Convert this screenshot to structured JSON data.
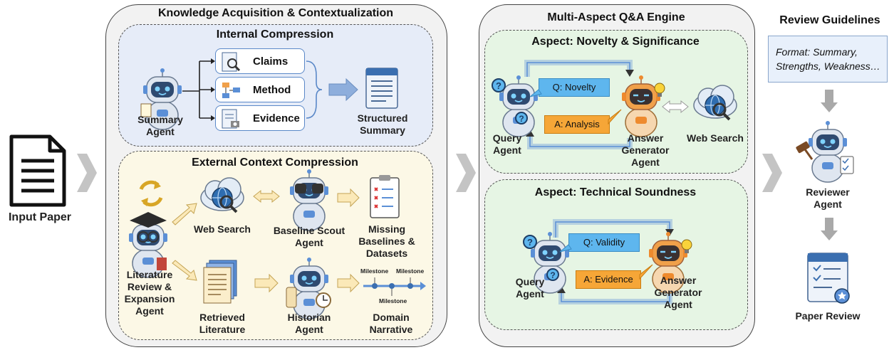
{
  "input": {
    "label": "Input Paper"
  },
  "knowledge": {
    "title": "Knowledge Acquisition & Contextualization",
    "internal": {
      "title": "Internal Compression",
      "summary_agent": "Summary\nAgent",
      "chips": [
        "Claims",
        "Method",
        "Evidence"
      ],
      "structured_summary": "Structured\nSummary"
    },
    "external": {
      "title": "External Context Compression",
      "literature_agent": "Literature\nReview &\nExpansion\nAgent",
      "web_search": "Web Search",
      "baseline_scout": "Baseline Scout\nAgent",
      "missing_baselines": "Missing\nBaselines &\nDatasets",
      "retrieved_literature": "Retrieved\nLiterature",
      "historian_agent": "Historian\nAgent",
      "domain_narrative": "Domain\nNarrative",
      "milestones": [
        "Milestone",
        "Milestone",
        "Milestone"
      ]
    }
  },
  "qa": {
    "title": "Multi-Aspect Q&A Engine",
    "novelty": {
      "title": "Aspect: Novelty & Significance",
      "question": "Q: Novelty",
      "answer": "A: Analysis",
      "query_agent": "Query\nAgent",
      "answer_agent": "Answer\nGenerator\nAgent",
      "web_search": "Web Search"
    },
    "soundness": {
      "title": "Aspect: Technical Soundness",
      "question": "Q: Validity",
      "answer": "A: Evidence",
      "query_agent": "Query\nAgent",
      "answer_agent": "Answer\nGenerator\nAgent"
    }
  },
  "review": {
    "guidelines_title": "Review Guidelines",
    "guidelines_text": "Format: Summary,\nStrengths, Weakness…",
    "reviewer_agent": "Reviewer\nAgent",
    "paper_review": "Paper Review"
  },
  "colors": {
    "internal_bg": "#e6ecf8",
    "external_bg": "#fcf8e6",
    "qa_bg": "#e6f5e4",
    "robot_head": "#5b8fd6",
    "robot_orange": "#ee8a2e",
    "arrow_fill": "#fbe9b8"
  }
}
